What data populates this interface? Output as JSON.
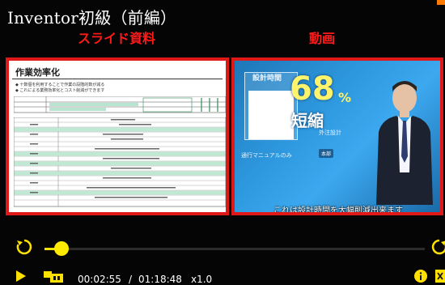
{
  "header": {
    "title": "Inventor初級（前編）",
    "annot_slide": "スライド資料",
    "annot_video": "動画"
  },
  "slide": {
    "heading": "作業効率化",
    "bullets": [
      "◆ 十数個を利用することで作業の段階的数が減る",
      "◆ これによる業務効率化とコスト削減ができます"
    ]
  },
  "video": {
    "label_top": "設計時間",
    "percent": "68",
    "percent_sign": "%",
    "shortened": "短縮",
    "label_right": "外注設計",
    "label_bottom": "通行マニュアルのみ",
    "chip": "本部",
    "subtitle": "これは設計時間を大幅削減出来ます"
  },
  "player": {
    "time_current": "00:02:55",
    "time_separator": "/",
    "time_total": "01:18:48",
    "speed": "x1.0",
    "progress": 0.037
  },
  "colors": {
    "accent": "#ffe100",
    "annotation": "#e01818"
  }
}
